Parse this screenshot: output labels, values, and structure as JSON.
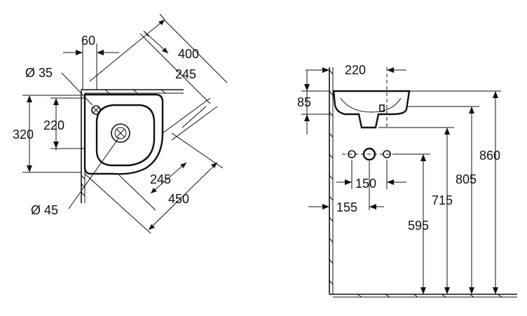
{
  "left_view": {
    "dims": {
      "d60": "60",
      "d400": "400",
      "d245_top": "245",
      "d35": "Ø 35",
      "d220": "220",
      "d320": "320",
      "d245_bottom": "245",
      "d450": "450",
      "d45": "Ø 45"
    }
  },
  "right_view": {
    "dims": {
      "d220": "220",
      "d85": "85",
      "d860": "860",
      "d805": "805",
      "d715": "715",
      "d595": "595",
      "d150": "150",
      "d155": "155"
    }
  }
}
